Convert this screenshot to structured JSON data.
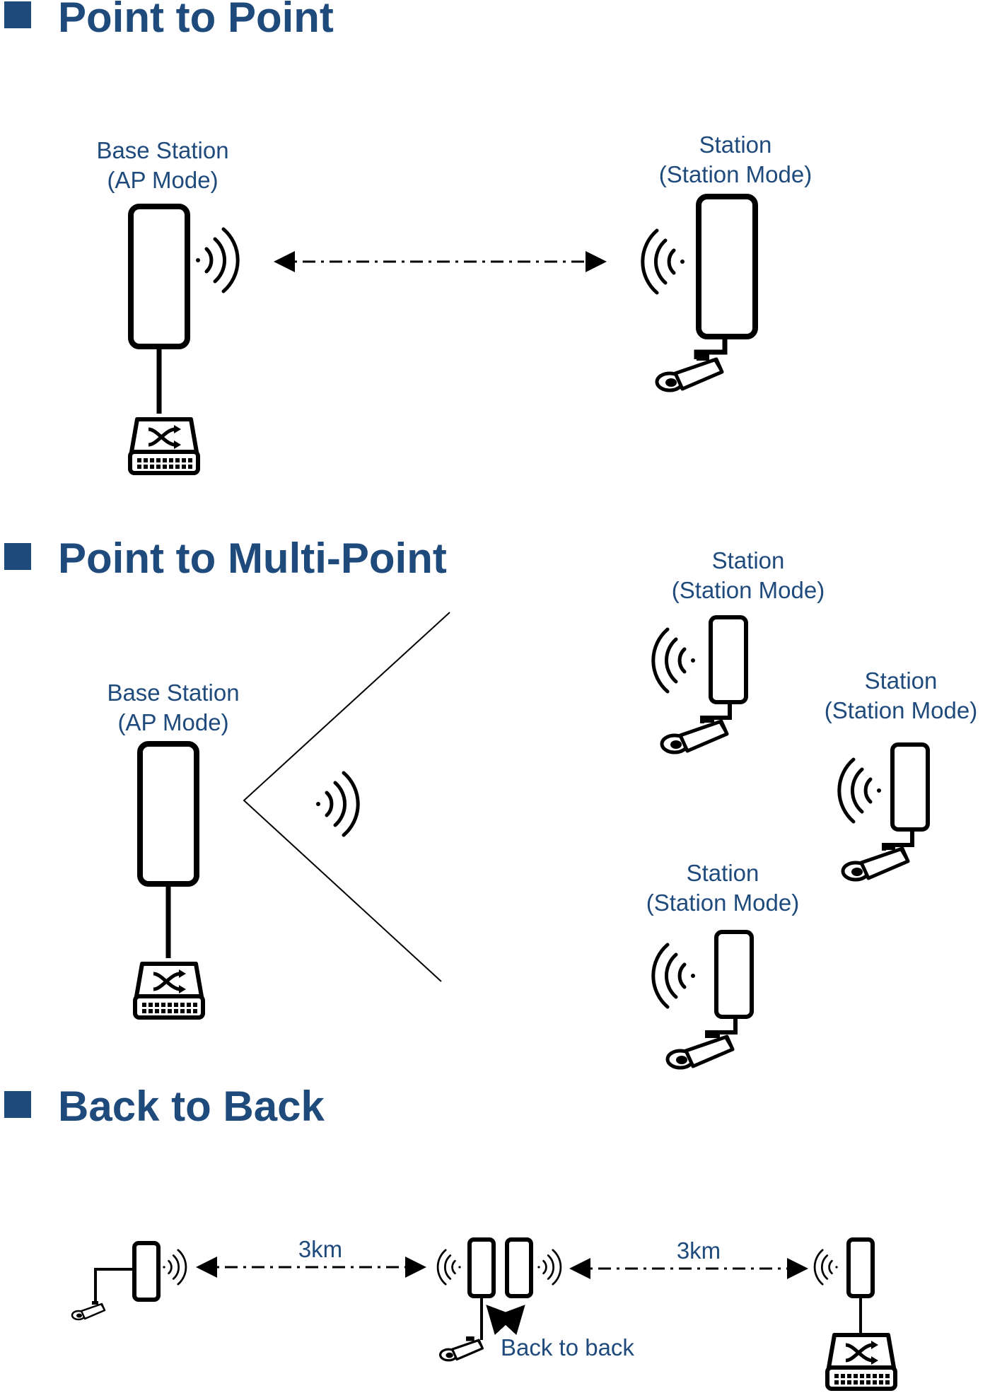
{
  "sections": {
    "p2p": {
      "heading": "Point to Point",
      "base_label_1": "Base Station",
      "base_label_2": "(AP Mode)",
      "station_label_1": "Station",
      "station_label_2": "(Station Mode)"
    },
    "p2mp": {
      "heading": "Point to Multi-Point",
      "base_label_1": "Base Station",
      "base_label_2": "(AP Mode)",
      "stations": [
        {
          "label_1": "Station",
          "label_2": "(Station Mode)"
        },
        {
          "label_1": "Station",
          "label_2": "(Station Mode)"
        },
        {
          "label_1": "Station",
          "label_2": "(Station Mode)"
        }
      ]
    },
    "b2b": {
      "heading": "Back to Back",
      "distance_left": "3km",
      "distance_right": "3km",
      "back_label": "Back to back"
    }
  },
  "colors": {
    "heading": "#1f4a7c",
    "bullet": "#1f4a7c",
    "line": "#000000"
  },
  "icons": [
    "wireless-device-icon",
    "signal-waves-icon",
    "network-switch-icon",
    "camera-icon"
  ]
}
